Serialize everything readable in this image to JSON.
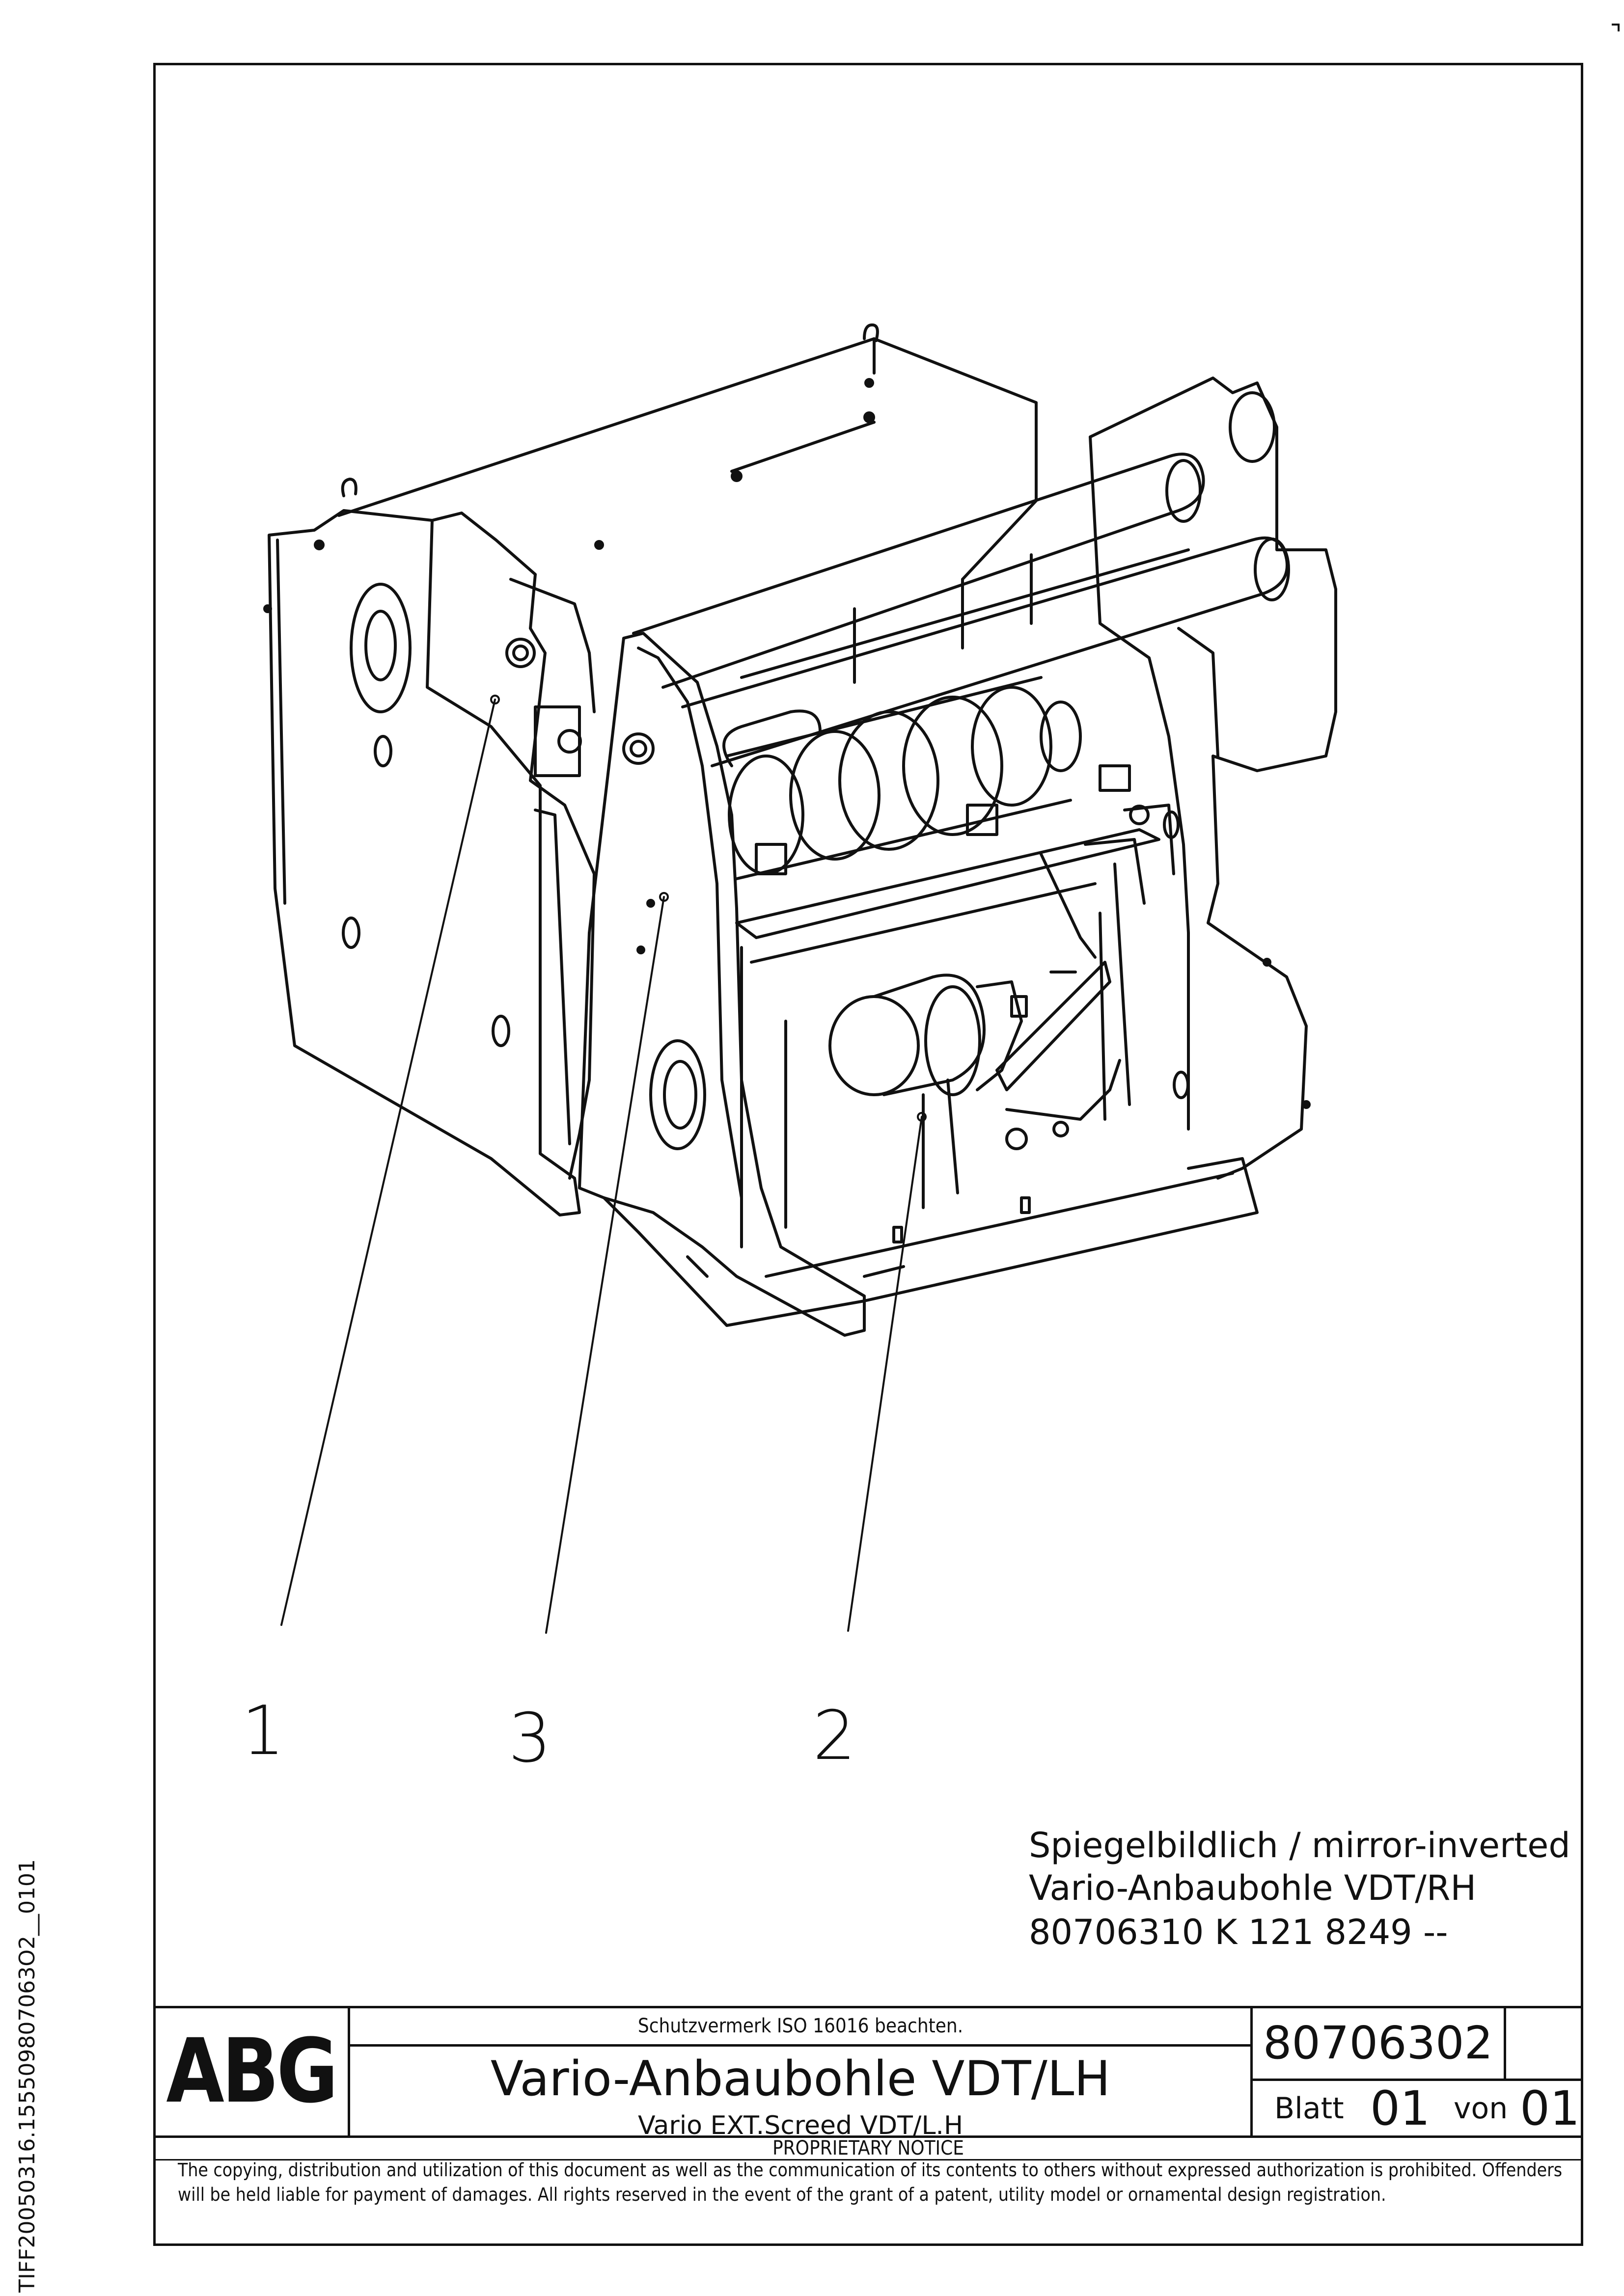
{
  "side_code": "TIFF20050316.155509807063O2__0101",
  "callouts": [
    {
      "label": "1"
    },
    {
      "label": "3"
    },
    {
      "label": "2"
    }
  ],
  "note": {
    "line1": "Spiegelbildlich / mirror-inverted",
    "line2": "Vario-Anbaubohle VDT/RH",
    "line3": "80706310 K 121 8249 --"
  },
  "title_block": {
    "logo": "ABG",
    "protection_notice": "Schutzvermerk ISO 16016 beachten.",
    "title_de": "Vario-Anbaubohle VDT/LH",
    "title_en": "Vario EXT.Screed VDT/L.H",
    "document_number": "80706302",
    "sheet_label": "Blatt",
    "sheet_number": "01",
    "of_label": "von",
    "sheet_total": "01",
    "proprietary_title": "PROPRIETARY NOTICE",
    "proprietary_text": "The copying, distribution and utilization of this document as well as the communication of its contents to others without expressed authorization is prohibited. Offenders will be held liable for payment of damages. All rights reserved in the event of the grant of a patent, utility model or ornamental design registration."
  }
}
